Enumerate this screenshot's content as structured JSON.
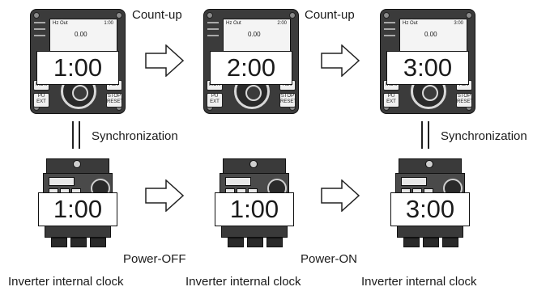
{
  "panels": [
    {
      "lcd_title": "Hz Out",
      "lcd_time": "1:00",
      "lcd_value": "0.00",
      "overlay_time": "1:00"
    },
    {
      "lcd_title": "Hz Out",
      "lcd_time": "2:00",
      "lcd_value": "0.00",
      "overlay_time": "2:00"
    },
    {
      "lcd_title": "Hz Out",
      "lcd_time": "3:00",
      "lcd_value": "0.00",
      "overlay_time": "3:00"
    }
  ],
  "panel_buttons": {
    "mon": "MON",
    "rev": "REV",
    "pu": "PU",
    "ext": "EXT",
    "stop": "STOP",
    "reset": "RESET"
  },
  "count_up_labels": [
    "Count-up",
    "Count-up"
  ],
  "sync_labels": [
    "Synchronization",
    "Synchronization"
  ],
  "inverters": [
    {
      "overlay_time": "1:00",
      "caption": "Inverter internal clock"
    },
    {
      "overlay_time": "1:00",
      "caption": "Inverter internal clock"
    },
    {
      "overlay_time": "3:00",
      "caption": "Inverter internal clock"
    }
  ],
  "power_labels": [
    "Power-OFF",
    "Power-ON"
  ],
  "colors": {
    "panel_body": "#3b3b3b",
    "lcd_bg": "#f4f4f4",
    "inverter_body": "#3a3a3a"
  }
}
